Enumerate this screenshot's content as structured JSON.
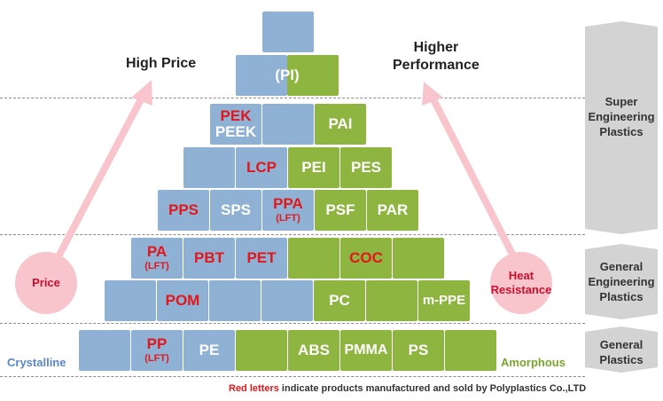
{
  "labels": {
    "high_price": "High Price",
    "higher_performance_1": "Higher",
    "higher_performance_2": "Performance",
    "price": "Price",
    "heat_resistance_1": "Heat",
    "heat_resistance_2": "Resistance",
    "crystalline": "Crystalline",
    "amorphous": "Amorphous"
  },
  "categories": {
    "super": [
      "Super",
      "Engineering",
      "Plastics"
    ],
    "general_engineering": [
      "General",
      "Engineering",
      "Plastics"
    ],
    "general": [
      "General",
      "Plastics"
    ]
  },
  "blocks": {
    "pi": "(PI)",
    "pek": "PEK",
    "peek": "PEEK",
    "pai": "PAI",
    "lcp": "LCP",
    "pei": "PEI",
    "pes": "PES",
    "pps": "PPS",
    "sps": "SPS",
    "ppa": "PPA",
    "ppa_sub": "(LFT)",
    "psf": "PSF",
    "par": "PAR",
    "pa": "PA",
    "pa_sub": "(LFT)",
    "pbt": "PBT",
    "pet": "PET",
    "coc": "COC",
    "pom": "POM",
    "pc": "PC",
    "mppe": "m-PPE",
    "pp": "PP",
    "pp_sub": "(LFT)",
    "pe": "PE",
    "abs": "ABS",
    "pmma": "PMMA",
    "ps": "PS"
  },
  "footer": {
    "red_part": "Red letters",
    "rest": " indicate products manufactured and sold by Polyplastics Co.,LTD"
  },
  "colors": {
    "crystalline_blue": "#8fb1d3",
    "amorphous_green": "#8db53f",
    "polyplastics_red": "#e3161b",
    "arrow_pink": "#f7c5cb"
  }
}
